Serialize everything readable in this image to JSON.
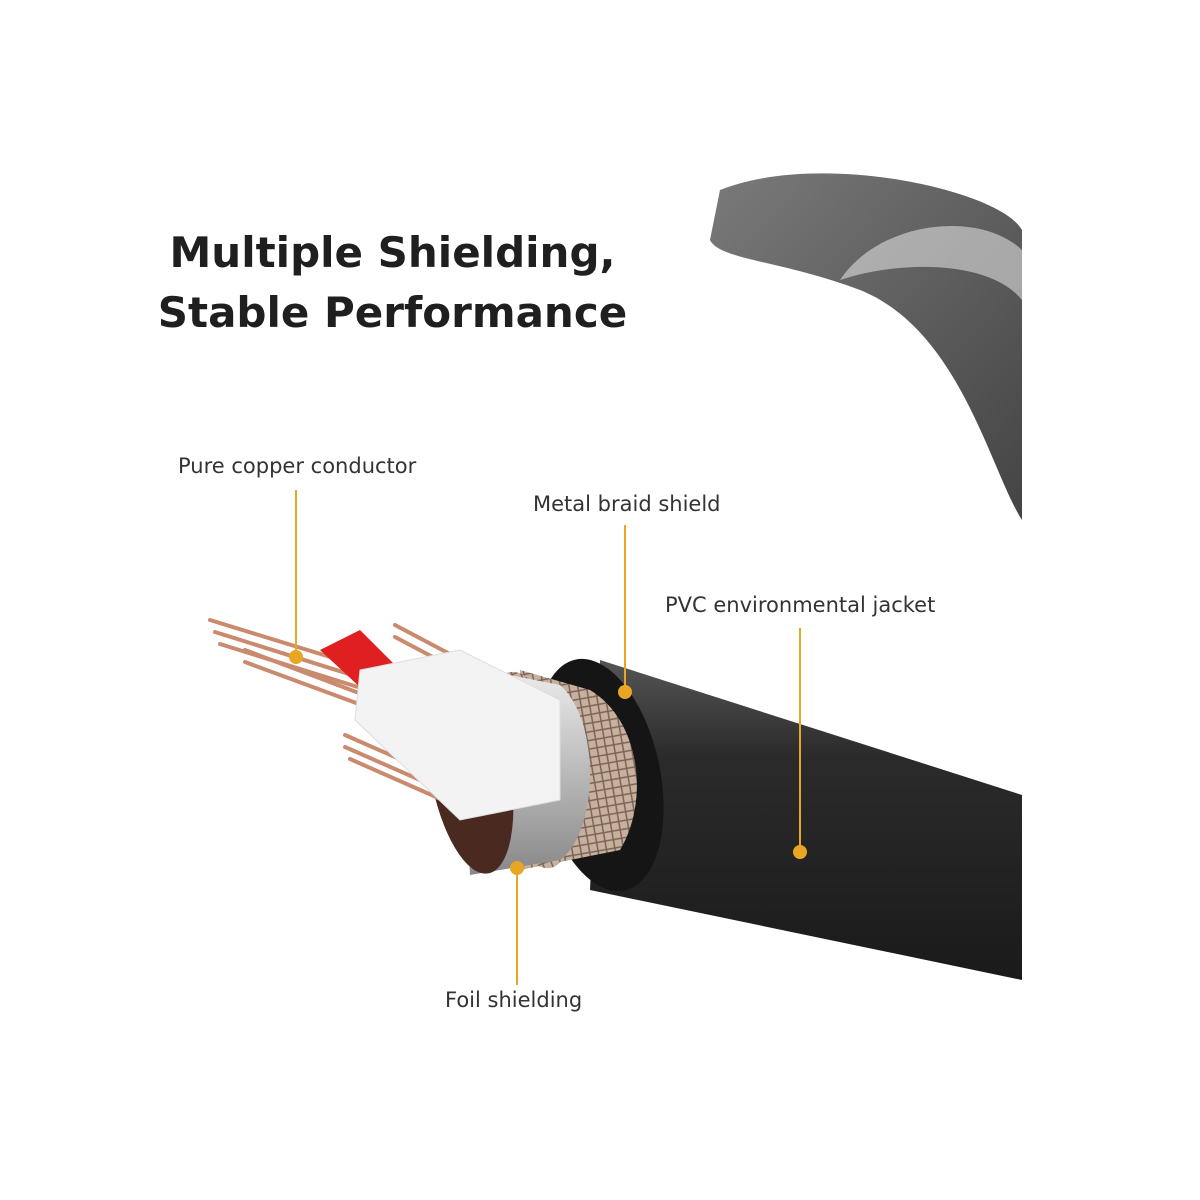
{
  "title": {
    "line1": "Multiple Shielding,",
    "line2": "Stable Performance"
  },
  "callouts": [
    {
      "id": "conductor",
      "label": "Pure copper conductor"
    },
    {
      "id": "braid",
      "label": "Metal braid shield"
    },
    {
      "id": "jacket",
      "label": "PVC environmental jacket"
    },
    {
      "id": "foil",
      "label": "Foil shielding"
    }
  ],
  "colors": {
    "callout": "#e8a623",
    "jacket": "#2a2a2a",
    "copper": "#c98a6e",
    "core_red": "#e02020"
  }
}
